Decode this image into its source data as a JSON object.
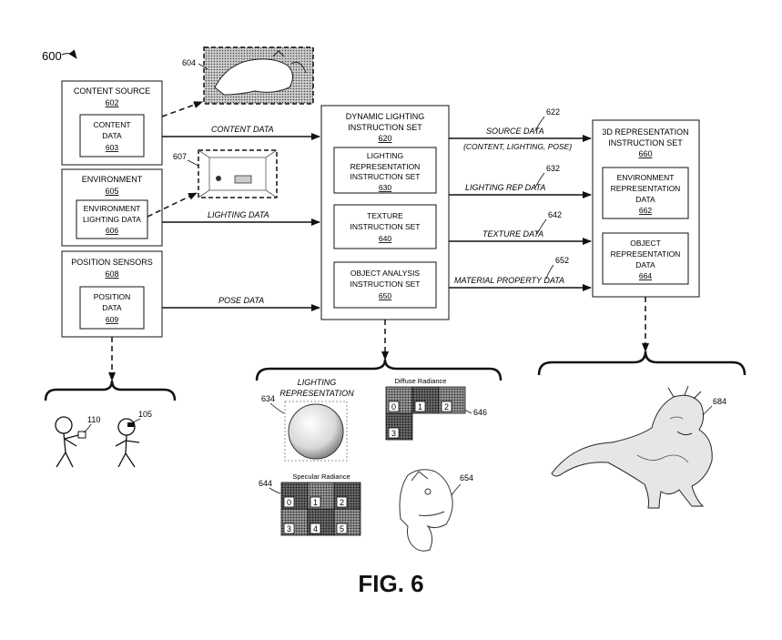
{
  "figure_ref": "600",
  "boxes": {
    "content_source": {
      "title": "CONTENT SOURCE",
      "ref": "602"
    },
    "content_data": {
      "l1": "CONTENT",
      "l2": "DATA",
      "ref": "603"
    },
    "environment": {
      "title": "ENVIRONMENT",
      "ref": "605"
    },
    "env_lighting_data": {
      "l1": "ENVIRONMENT",
      "l2": "LIGHTING DATA",
      "ref": "606"
    },
    "position_sensors": {
      "title": "POSITION SENSORS",
      "ref": "608"
    },
    "position_data": {
      "l1": "POSITION",
      "l2": "DATA",
      "ref": "609"
    },
    "dynamic_lighting": {
      "l1": "DYNAMIC LIGHTING",
      "l2": "INSTRUCTION SET",
      "ref": "620"
    },
    "lighting_rep_set": {
      "l1": "LIGHTING",
      "l2": "REPRESENTATION",
      "l3": "INSTRUCTION SET",
      "ref": "630"
    },
    "texture_set": {
      "l1": "TEXTURE",
      "l2": "INSTRUCTION SET",
      "ref": "640"
    },
    "object_analysis_set": {
      "l1": "OBJECT ANALYSIS",
      "l2": "INSTRUCTION SET",
      "ref": "650"
    },
    "rep3d_set": {
      "l1": "3D REPRESENTATION",
      "l2": "INSTRUCTION SET",
      "ref": "660"
    },
    "env_rep_data": {
      "l1": "ENVIRONMENT",
      "l2": "REPRESENTATION",
      "l3": "DATA",
      "ref": "662"
    },
    "object_rep_data": {
      "l1": "OBJECT",
      "l2": "REPRESENTATION",
      "l3": "DATA",
      "ref": "664"
    }
  },
  "arrows": {
    "content_data": "CONTENT DATA",
    "lighting_data": "LIGHTING DATA",
    "pose_data": "POSE DATA",
    "source_data": "SOURCE DATA",
    "source_data_sub": "{CONTENT, LIGHTING, POSE}",
    "lighting_rep_data": "LIGHTING REP DATA",
    "texture_data": "TEXTURE DATA",
    "material_property_data": "MATERIAL PROPERTY DATA"
  },
  "callouts": {
    "r604": "604",
    "r607": "607",
    "r622": "622",
    "r632": "632",
    "r642": "642",
    "r652": "652",
    "r110": "110",
    "r105": "105",
    "r634": "634",
    "r646": "646",
    "r644": "644",
    "r654": "654",
    "r684": "684"
  },
  "lighting_representation": {
    "l1": "LIGHTING",
    "l2": "REPRESENTATION"
  },
  "diffuse": {
    "title": "Diffuse Radiance",
    "cells": [
      "0",
      "1",
      "2",
      "3"
    ]
  },
  "specular": {
    "title": "Specular Radiance",
    "cells": [
      "0",
      "1",
      "2",
      "3",
      "4",
      "5"
    ]
  },
  "figure_label": "FIG. 6"
}
